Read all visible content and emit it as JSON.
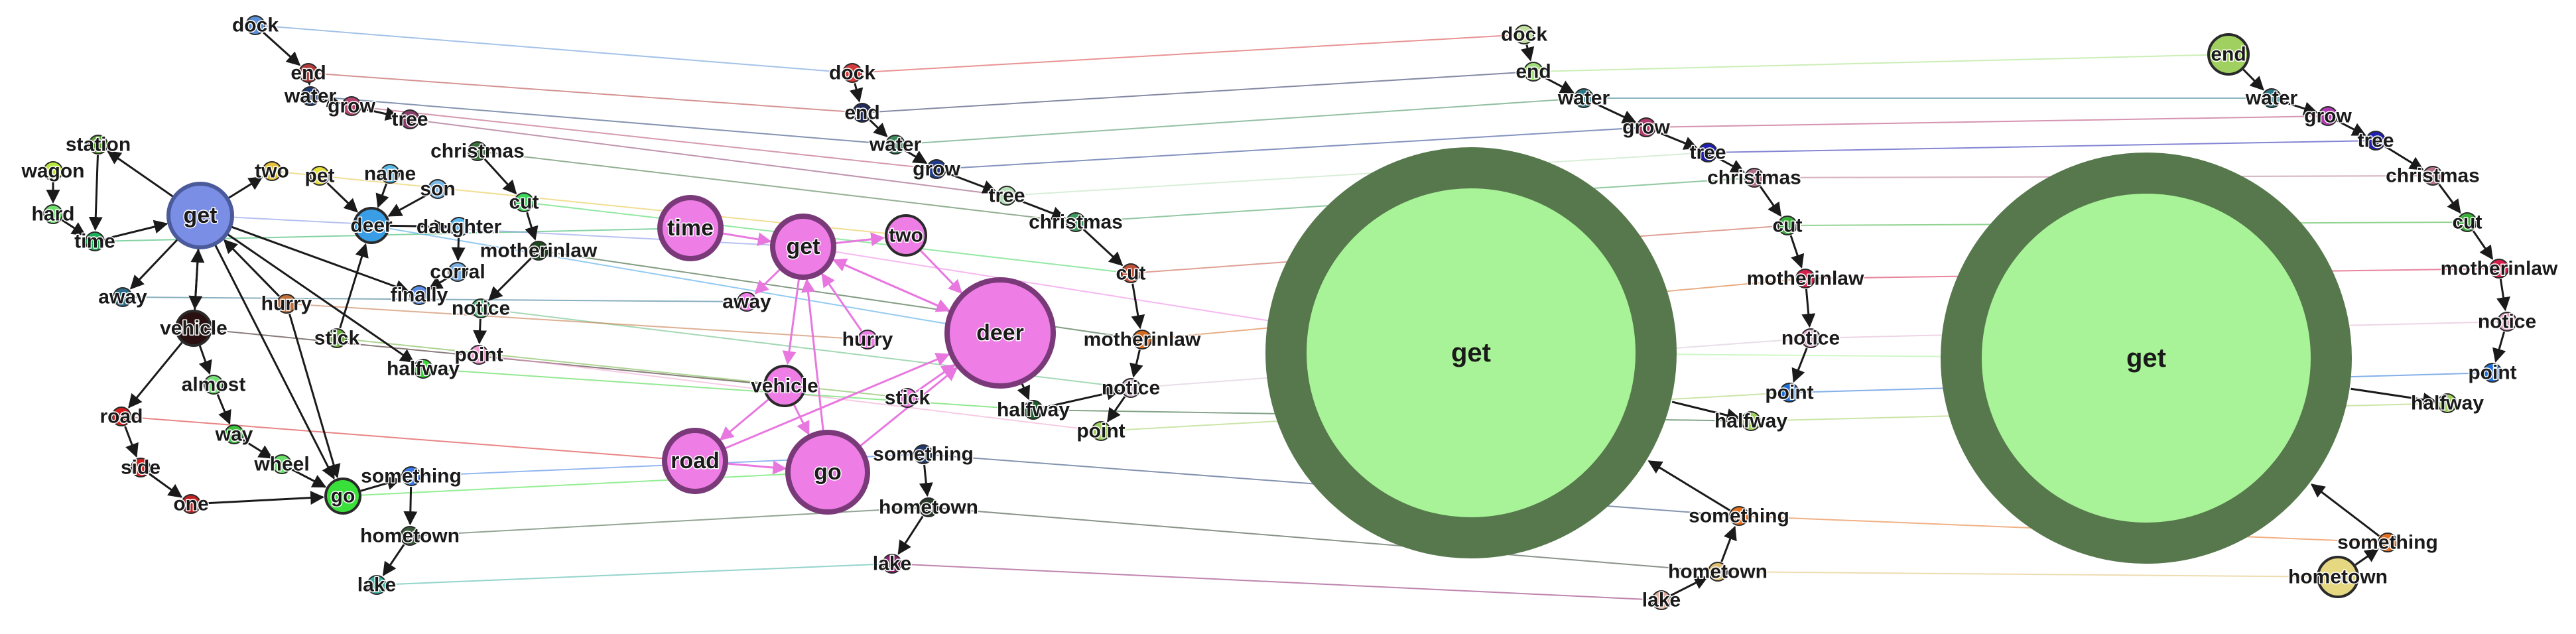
{
  "graphs": [
    {
      "name": "panel-1",
      "nodes": [
        {
          "id": "dock",
          "label": "dock",
          "color": "#5a8fd6",
          "size": 1
        },
        {
          "id": "end",
          "label": "end",
          "color": "#b23a3a",
          "size": 1
        },
        {
          "id": "water",
          "label": "water",
          "color": "#1f3a6e",
          "size": 1
        },
        {
          "id": "grow",
          "label": "grow",
          "color": "#b2456f",
          "size": 1
        },
        {
          "id": "tree",
          "label": "tree",
          "color": "#8a3d6b",
          "size": 1
        },
        {
          "id": "station",
          "label": "station",
          "color": "#5aa032",
          "size": 1
        },
        {
          "id": "wagon",
          "label": "wagon",
          "color": "#b8e83a",
          "size": 1
        },
        {
          "id": "hard",
          "label": "hard",
          "color": "#6fe06f",
          "size": 1
        },
        {
          "id": "time",
          "label": "time",
          "color": "#1fae5a",
          "size": 1
        },
        {
          "id": "get",
          "label": "get",
          "color": "#7b8ee6",
          "size": 4
        },
        {
          "id": "two",
          "label": "two",
          "color": "#e6c23a",
          "size": 1
        },
        {
          "id": "pet",
          "label": "pet",
          "color": "#e6e03a",
          "size": 1
        },
        {
          "id": "name",
          "label": "name",
          "color": "#5ab8e6",
          "size": 1
        },
        {
          "id": "christmas",
          "label": "christmas",
          "color": "#3a6e3a",
          "size": 1
        },
        {
          "id": "deer",
          "label": "deer",
          "color": "#3a9ee6",
          "size": 2
        },
        {
          "id": "son",
          "label": "son",
          "color": "#7ab8e6",
          "size": 1
        },
        {
          "id": "cut",
          "label": "cut",
          "color": "#3ad65a",
          "size": 1
        },
        {
          "id": "daughter",
          "label": "daughter",
          "color": "#5ab8f0",
          "size": 1
        },
        {
          "id": "motherinlaw",
          "label": "motherinlaw",
          "color": "#1f4a1f",
          "size": 1
        },
        {
          "id": "corral",
          "label": "corral",
          "color": "#7ab0e6",
          "size": 1
        },
        {
          "id": "away",
          "label": "away",
          "color": "#2a6e8a",
          "size": 1
        },
        {
          "id": "finally",
          "label": "finally",
          "color": "#5a8ee6",
          "size": 1
        },
        {
          "id": "notice",
          "label": "notice",
          "color": "#5ab878",
          "size": 1
        },
        {
          "id": "hurry",
          "label": "hurry",
          "color": "#c2703a",
          "size": 1
        },
        {
          "id": "vehicle",
          "label": "vehicle",
          "color": "#2a1010",
          "size": 2
        },
        {
          "id": "stick",
          "label": "stick",
          "color": "#6ab03a",
          "size": 1
        },
        {
          "id": "point",
          "label": "point",
          "color": "#f0a0d0",
          "size": 1
        },
        {
          "id": "halfway",
          "label": "halfway",
          "color": "#3ad63a",
          "size": 1
        },
        {
          "id": "almost",
          "label": "almost",
          "color": "#78e078",
          "size": 1
        },
        {
          "id": "road",
          "label": "road",
          "color": "#d61f1f",
          "size": 1
        },
        {
          "id": "way",
          "label": "way",
          "color": "#3ac23a",
          "size": 1
        },
        {
          "id": "wheel",
          "label": "wheel",
          "color": "#6ae06a",
          "size": 1
        },
        {
          "id": "side",
          "label": "side",
          "color": "#d61f1f",
          "size": 1
        },
        {
          "id": "go",
          "label": "go",
          "color": "#3ae03a",
          "size": 2
        },
        {
          "id": "something",
          "label": "something",
          "color": "#3a7ae6",
          "size": 1
        },
        {
          "id": "one",
          "label": "one",
          "color": "#c21f1f",
          "size": 1
        },
        {
          "id": "hometown",
          "label": "hometown",
          "color": "#3a5a3a",
          "size": 1
        },
        {
          "id": "lake",
          "label": "lake",
          "color": "#3ab0a0",
          "size": 1
        }
      ],
      "edges": [
        [
          "dock",
          "end"
        ],
        [
          "end",
          "water"
        ],
        [
          "water",
          "grow"
        ],
        [
          "grow",
          "tree"
        ],
        [
          "station",
          "time"
        ],
        [
          "wagon",
          "hard"
        ],
        [
          "hard",
          "time"
        ],
        [
          "time",
          "get"
        ],
        [
          "get",
          "station"
        ],
        [
          "get",
          "away"
        ],
        [
          "get",
          "vehicle"
        ],
        [
          "get",
          "two"
        ],
        [
          "vehicle",
          "get"
        ],
        [
          "get",
          "finally"
        ],
        [
          "get",
          "halfway"
        ],
        [
          "get",
          "go"
        ],
        [
          "name",
          "deer"
        ],
        [
          "pet",
          "deer"
        ],
        [
          "son",
          "deer"
        ],
        [
          "stick",
          "deer"
        ],
        [
          "deer",
          "daughter"
        ],
        [
          "christmas",
          "cut"
        ],
        [
          "cut",
          "motherinlaw"
        ],
        [
          "motherinlaw",
          "notice"
        ],
        [
          "notice",
          "point"
        ],
        [
          "daughter",
          "corral"
        ],
        [
          "corral",
          "finally"
        ],
        [
          "hurry",
          "get"
        ],
        [
          "vehicle",
          "almost"
        ],
        [
          "vehicle",
          "road"
        ],
        [
          "almost",
          "way"
        ],
        [
          "way",
          "wheel"
        ],
        [
          "wheel",
          "go"
        ],
        [
          "road",
          "side"
        ],
        [
          "side",
          "one"
        ],
        [
          "one",
          "go"
        ],
        [
          "go",
          "something"
        ],
        [
          "something",
          "hometown"
        ],
        [
          "hometown",
          "lake"
        ],
        [
          "hurry",
          "go"
        ]
      ]
    },
    {
      "name": "panel-2",
      "nodes": [
        {
          "id": "dock",
          "label": "dock",
          "color": "#d63a3a",
          "size": 1
        },
        {
          "id": "end",
          "label": "end",
          "color": "#1f2a5a",
          "size": 1
        },
        {
          "id": "water",
          "label": "water",
          "color": "#3a8a5a",
          "size": 1
        },
        {
          "id": "grow",
          "label": "grow",
          "color": "#1f3a8a",
          "size": 1
        },
        {
          "id": "tree",
          "label": "tree",
          "color": "#b8e0b8",
          "size": 1
        },
        {
          "id": "christmas",
          "label": "christmas",
          "color": "#3a9a5a",
          "size": 1
        },
        {
          "id": "cut",
          "label": "cut",
          "color": "#c2503a",
          "size": 1
        },
        {
          "id": "motherinlaw",
          "label": "motherinlaw",
          "color": "#d66a1f",
          "size": 1
        },
        {
          "id": "notice",
          "label": "notice",
          "color": "#d6c2d6",
          "size": 1
        },
        {
          "id": "point",
          "label": "point",
          "color": "#a0d060",
          "size": 1
        },
        {
          "id": "halfway",
          "label": "halfway",
          "color": "#1f5a2a",
          "size": 1
        },
        {
          "id": "time",
          "label": "time",
          "color": "#ee7ee6",
          "size": 3
        },
        {
          "id": "get",
          "label": "get",
          "color": "#ee7ee6",
          "size": 3
        },
        {
          "id": "two",
          "label": "two",
          "color": "#ee7ee6",
          "size": 2
        },
        {
          "id": "away",
          "label": "away",
          "color": "#ee7ee6",
          "size": 1
        },
        {
          "id": "deer",
          "label": "deer",
          "color": "#ee7ee6",
          "size": 5
        },
        {
          "id": "hurry",
          "label": "hurry",
          "color": "#ee7ee6",
          "size": 1
        },
        {
          "id": "vehicle",
          "label": "vehicle",
          "color": "#ee7ee6",
          "size": 2
        },
        {
          "id": "stick",
          "label": "stick",
          "color": "#ee7ee6",
          "size": 1
        },
        {
          "id": "road",
          "label": "road",
          "color": "#ee7ee6",
          "size": 3
        },
        {
          "id": "go",
          "label": "go",
          "color": "#ee7ee6",
          "size": 4
        },
        {
          "id": "something",
          "label": "something",
          "color": "#1f3a6e",
          "size": 1
        },
        {
          "id": "hometown",
          "label": "hometown",
          "color": "#2a3a2a",
          "size": 1
        },
        {
          "id": "lake",
          "label": "lake",
          "color": "#8a1f6e",
          "size": 1
        }
      ],
      "edges": [
        [
          "dock",
          "end"
        ],
        [
          "end",
          "water"
        ],
        [
          "water",
          "grow"
        ],
        [
          "grow",
          "tree"
        ],
        [
          "tree",
          "christmas"
        ],
        [
          "christmas",
          "cut"
        ],
        [
          "cut",
          "motherinlaw"
        ],
        [
          "motherinlaw",
          "notice"
        ],
        [
          "notice",
          "point"
        ],
        [
          "halfway",
          "notice"
        ],
        [
          "time",
          "get"
        ],
        [
          "get",
          "two"
        ],
        [
          "two",
          "deer"
        ],
        [
          "get",
          "away"
        ],
        [
          "get",
          "deer"
        ],
        [
          "get",
          "vehicle"
        ],
        [
          "hurry",
          "get"
        ],
        [
          "deer",
          "get"
        ],
        [
          "vehicle",
          "road"
        ],
        [
          "vehicle",
          "go"
        ],
        [
          "road",
          "go"
        ],
        [
          "go",
          "get"
        ],
        [
          "stick",
          "deer"
        ],
        [
          "deer",
          "halfway"
        ],
        [
          "go",
          "deer"
        ],
        [
          "road",
          "deer"
        ],
        [
          "something",
          "hometown"
        ],
        [
          "hometown",
          "lake"
        ]
      ]
    },
    {
      "name": "panel-3",
      "nodes": [
        {
          "id": "dock",
          "label": "dock",
          "color": "#c2e0a0",
          "size": 1
        },
        {
          "id": "end",
          "label": "end",
          "color": "#a0e07a",
          "size": 1
        },
        {
          "id": "water",
          "label": "water",
          "color": "#2a7a8a",
          "size": 1
        },
        {
          "id": "grow",
          "label": "grow",
          "color": "#b23a6e",
          "size": 1
        },
        {
          "id": "tree",
          "label": "tree",
          "color": "#1f1fb0",
          "size": 1
        },
        {
          "id": "christmas",
          "label": "christmas",
          "color": "#b2708a",
          "size": 1
        },
        {
          "id": "cut",
          "label": "cut",
          "color": "#3ab03a",
          "size": 1
        },
        {
          "id": "motherinlaw",
          "label": "motherinlaw",
          "color": "#d61f4a",
          "size": 1
        },
        {
          "id": "notice",
          "label": "notice",
          "color": "#e0b0d0",
          "size": 1
        },
        {
          "id": "point",
          "label": "point",
          "color": "#1f6ed6",
          "size": 1
        },
        {
          "id": "halfway",
          "label": "halfway",
          "color": "#a0d060",
          "size": 1
        },
        {
          "id": "get",
          "label": "get",
          "color": "#a8f398",
          "size": 8
        },
        {
          "id": "something",
          "label": "something",
          "color": "#e6701f",
          "size": 1
        },
        {
          "id": "hometown",
          "label": "hometown",
          "color": "#e0c070",
          "size": 1
        },
        {
          "id": "lake",
          "label": "lake",
          "color": "#e0b0a0",
          "size": 1
        }
      ],
      "edges": [
        [
          "dock",
          "end"
        ],
        [
          "end",
          "water"
        ],
        [
          "water",
          "grow"
        ],
        [
          "grow",
          "tree"
        ],
        [
          "tree",
          "christmas"
        ],
        [
          "christmas",
          "cut"
        ],
        [
          "cut",
          "motherinlaw"
        ],
        [
          "motherinlaw",
          "notice"
        ],
        [
          "notice",
          "point"
        ],
        [
          "get",
          "halfway"
        ],
        [
          "something",
          "get"
        ],
        [
          "hometown",
          "something"
        ],
        [
          "lake",
          "hometown"
        ]
      ]
    },
    {
      "name": "panel-4",
      "nodes": [
        {
          "id": "end",
          "label": "end",
          "color": "#a0d060",
          "size": 2
        },
        {
          "id": "water",
          "label": "water",
          "color": "#2a7a8a",
          "size": 1
        },
        {
          "id": "grow",
          "label": "grow",
          "color": "#b23ab0",
          "size": 1
        },
        {
          "id": "tree",
          "label": "tree",
          "color": "#1f1fb0",
          "size": 1
        },
        {
          "id": "christmas",
          "label": "christmas",
          "color": "#b2708a",
          "size": 1
        },
        {
          "id": "cut",
          "label": "cut",
          "color": "#3ab03a",
          "size": 1
        },
        {
          "id": "motherinlaw",
          "label": "motherinlaw",
          "color": "#d61f4a",
          "size": 1
        },
        {
          "id": "notice",
          "label": "notice",
          "color": "#e0a0c0",
          "size": 1
        },
        {
          "id": "point",
          "label": "point",
          "color": "#1f6ed6",
          "size": 1
        },
        {
          "id": "halfway",
          "label": "halfway",
          "color": "#a0d060",
          "size": 1
        },
        {
          "id": "get",
          "label": "get",
          "color": "#a8f398",
          "size": 8
        },
        {
          "id": "something",
          "label": "something",
          "color": "#e6701f",
          "size": 1
        },
        {
          "id": "hometown",
          "label": "hometown",
          "color": "#e6d880",
          "size": 2
        }
      ],
      "edges": [
        [
          "end",
          "water"
        ],
        [
          "water",
          "grow"
        ],
        [
          "grow",
          "tree"
        ],
        [
          "tree",
          "christmas"
        ],
        [
          "christmas",
          "cut"
        ],
        [
          "cut",
          "motherinlaw"
        ],
        [
          "motherinlaw",
          "notice"
        ],
        [
          "notice",
          "point"
        ],
        [
          "get",
          "halfway"
        ],
        [
          "something",
          "get"
        ],
        [
          "hometown",
          "something"
        ]
      ]
    }
  ],
  "style": {
    "node_border": "#2a2a2a",
    "hub_ring": "#56784c",
    "big_node_ring": "#7a3a7a",
    "edge_default": "#1a1a1a",
    "edge_pink": "#e878e0"
  }
}
